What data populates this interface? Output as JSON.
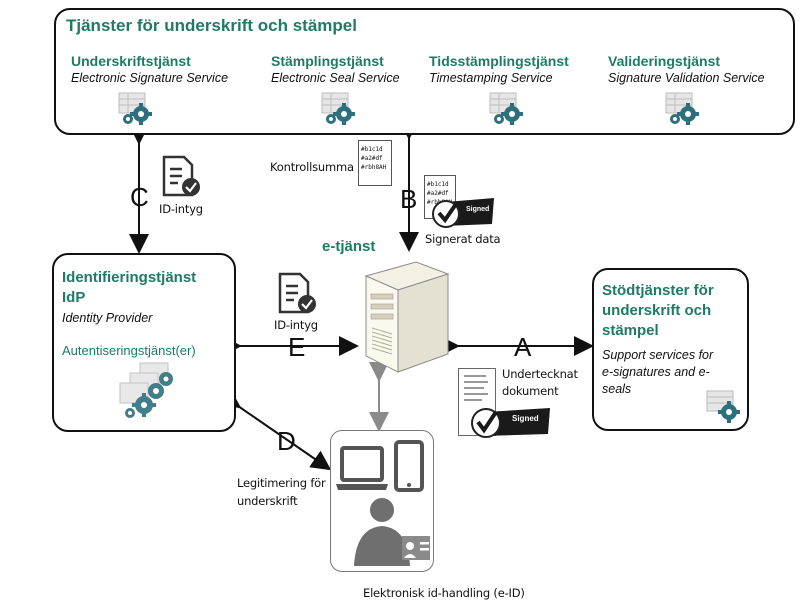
{
  "top_box": {
    "title": "Tjänster för underskrift och stämpel",
    "services": [
      {
        "name": "Underskriftstjänst",
        "subtitle": "Electronic Signature Service"
      },
      {
        "name": "Stämplingstjänst",
        "subtitle": "Electronic Seal Service"
      },
      {
        "name": "Tidsstämplingstjänst",
        "subtitle": "Timestamping Service"
      },
      {
        "name": "Valideringstjänst",
        "subtitle": "Signature Validation Service"
      }
    ]
  },
  "idp_box": {
    "title_line1": "Identifieringstjänst",
    "title_line2": "IdP",
    "subtitle": "Identity Provider",
    "auth_label": "Autentiseringstjänst(er)"
  },
  "support_box": {
    "title_line1": "Stödtjänster för",
    "title_line2": "underskrift och",
    "title_line3": "stämpel",
    "sub_line1": "Support services for",
    "sub_line2": "e-signatures and e-",
    "sub_line3": "seals"
  },
  "center": {
    "etjanst": "e-tjänst"
  },
  "labels": {
    "A": "A",
    "B": "B",
    "C": "C",
    "D": "D",
    "E": "E",
    "kontrollsumma": "Kontrollsumma",
    "signerat_data": "Signerat data",
    "id_intyg_c": "ID-intyg",
    "id_intyg_e": "ID-intyg",
    "undertecknat_line1": "Undertecknat",
    "undertecknat_line2": "dokument",
    "legitimering_line1": "Legitimering för",
    "legitimering_line2": "underskrift",
    "eid": "Elektronisk id-handling (e-ID)",
    "signed_badge": "Signed",
    "hash_line1": "#b1c1d",
    "hash_line2": "#a2#df",
    "hash_line3": "#rbh8AH"
  },
  "colors": {
    "accent_green": "#1f7a66",
    "gear_teal": "#2e6f7e"
  }
}
